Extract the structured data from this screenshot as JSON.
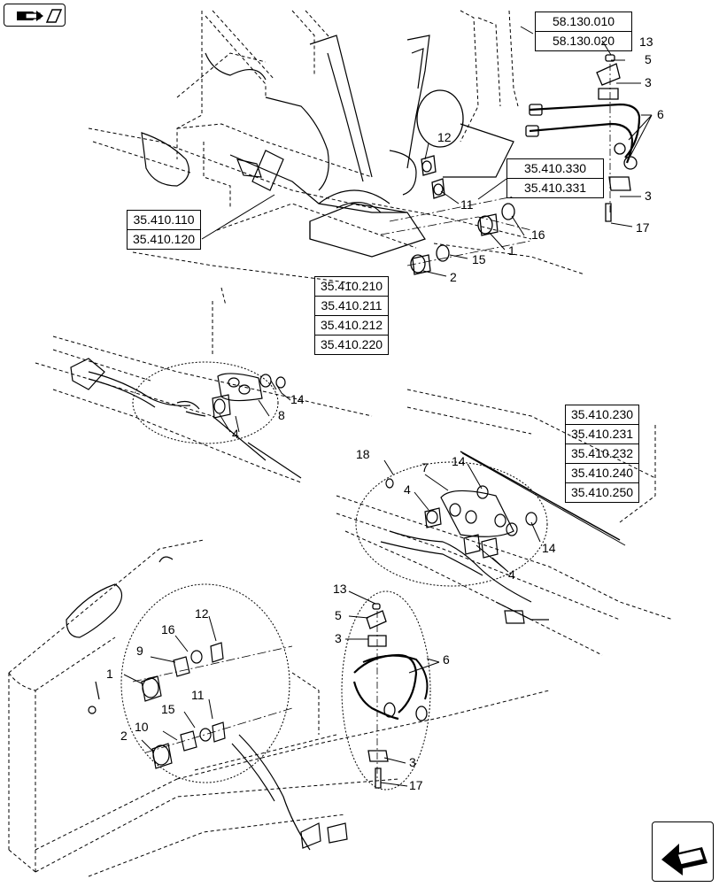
{
  "nav": {
    "top_icon": "book-arrow-icon",
    "bottom_icon": "back-arrow-icon"
  },
  "ref_groups": {
    "top_right": [
      "58.130.010",
      "58.130.020"
    ],
    "mid_right": [
      "35.410.330",
      "35.410.331"
    ],
    "left": [
      "35.410.110",
      "35.410.120"
    ],
    "center": [
      "35.410.210",
      "35.410.211",
      "35.410.212",
      "35.410.220"
    ],
    "right": [
      "35.410.230",
      "35.410.231",
      "35.410.232",
      "35.410.240",
      "35.410.250"
    ]
  },
  "callouts": {
    "c13a": "13",
    "c5a": "5",
    "c3a": "3",
    "c6a": "6",
    "c3b": "3",
    "c17a": "17",
    "c12a": "12",
    "c11a": "11",
    "c1a": "1",
    "c16a": "16",
    "c15a": "15",
    "c2a": "2",
    "c14a": "14",
    "c8": "8",
    "c4a": "4",
    "c18": "18",
    "c7": "7",
    "c14b": "14",
    "c4b": "4",
    "c14c": "14",
    "c4c": "4",
    "c12b": "12",
    "c16b": "16",
    "c9": "9",
    "c1b": "1",
    "c11b": "11",
    "c15b": "15",
    "c10": "10",
    "c2b": "2",
    "c13b": "13",
    "c5b": "5",
    "c3c": "3",
    "c6b": "6",
    "c3d": "3",
    "c17b": "17"
  }
}
